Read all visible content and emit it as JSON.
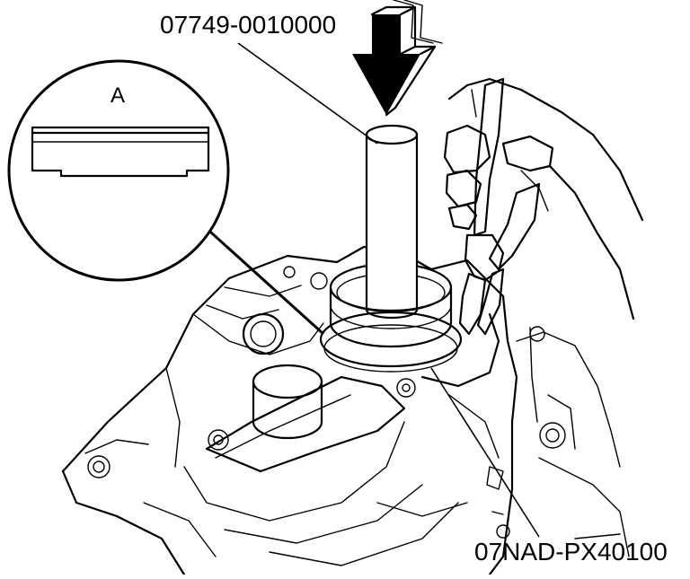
{
  "labels": {
    "tool_top": "07749-0010000",
    "tool_bottom": "07NAD-PX40100",
    "detail": "A"
  },
  "colors": {
    "ink": "#000000",
    "paper": "#ffffff"
  }
}
